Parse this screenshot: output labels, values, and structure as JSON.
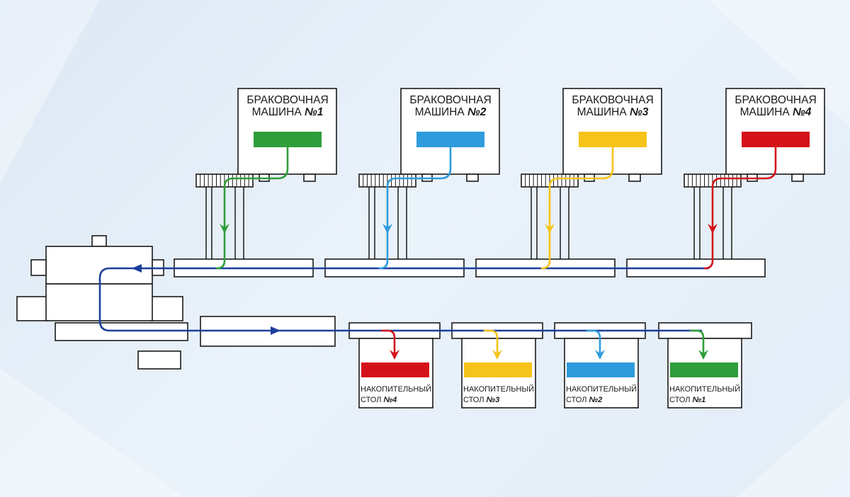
{
  "colors": {
    "green": "#2e9e3a",
    "blue": "#2e9bdc",
    "yellow": "#f5c31a",
    "red": "#d5121a",
    "main_flow": "#1a3f9c"
  },
  "machines": [
    {
      "line1": "БРАКОВОЧНАЯ",
      "line2": "МАШИНА",
      "num": "№1",
      "color": "green"
    },
    {
      "line1": "БРАКОВОЧНАЯ",
      "line2": "МАШИНА",
      "num": "№2",
      "color": "blue"
    },
    {
      "line1": "БРАКОВОЧНАЯ",
      "line2": "МАШИНА",
      "num": "№3",
      "color": "yellow"
    },
    {
      "line1": "БРАКОВОЧНАЯ",
      "line2": "МАШИНА",
      "num": "№4",
      "color": "red"
    }
  ],
  "tables": [
    {
      "line1": "НАКОПИТЕЛЬНЫЙ",
      "line2": "СТОЛ",
      "num": "№4",
      "color": "red"
    },
    {
      "line1": "НАКОПИТЕЛЬНЫЙ",
      "line2": "СТОЛ",
      "num": "№3",
      "color": "yellow"
    },
    {
      "line1": "НАКОПИТЕЛЬНЫЙ",
      "line2": "СТОЛ",
      "num": "№2",
      "color": "blue"
    },
    {
      "line1": "НАКОПИТЕЛЬНЫЙ",
      "line2": "СТОЛ",
      "num": "№1",
      "color": "green"
    }
  ]
}
